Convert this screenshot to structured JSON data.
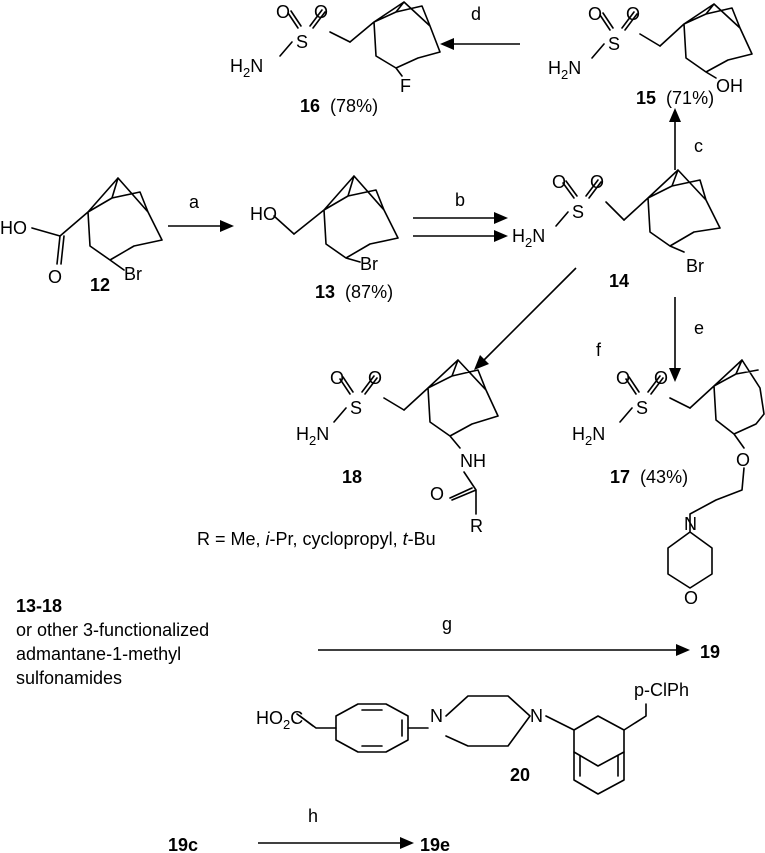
{
  "labels": {
    "a": "a",
    "b": "b",
    "c": "c",
    "d": "d",
    "e": "e",
    "f": "f",
    "g": "g",
    "h": "h"
  },
  "atoms": {
    "ho": "HO",
    "o": "O",
    "br": "Br",
    "s": "S",
    "h2n": "H2N",
    "h2n_sub": "2",
    "f": "F",
    "oh": "OH",
    "nh": "NH",
    "r": "R",
    "n": "N",
    "ho2c": "HO2C",
    "pclph": "p-ClPh"
  },
  "compounds": {
    "c12": "12",
    "c13": "13",
    "c13_yield": "(87%)",
    "c14": "14",
    "c15": "15",
    "c15_yield": "(71%)",
    "c16": "16",
    "c16_yield": "(78%)",
    "c17": "17",
    "c17_yield": "(43%)",
    "c18": "18",
    "c19": "19",
    "c19c": "19c",
    "c19e": "19e",
    "c20": "20"
  },
  "r_groups": {
    "prefix": "R = Me, ",
    "ipr_italic": "i",
    "ipr_rest": "-Pr, cyclopropyl, ",
    "tbu_italic": "t",
    "tbu_rest": "-Bu"
  },
  "reaction_g": {
    "line1": "13-18",
    "line2": "or other 3-functionalized",
    "line3": "admantane-1-methyl",
    "line4": "sulfonamides"
  }
}
